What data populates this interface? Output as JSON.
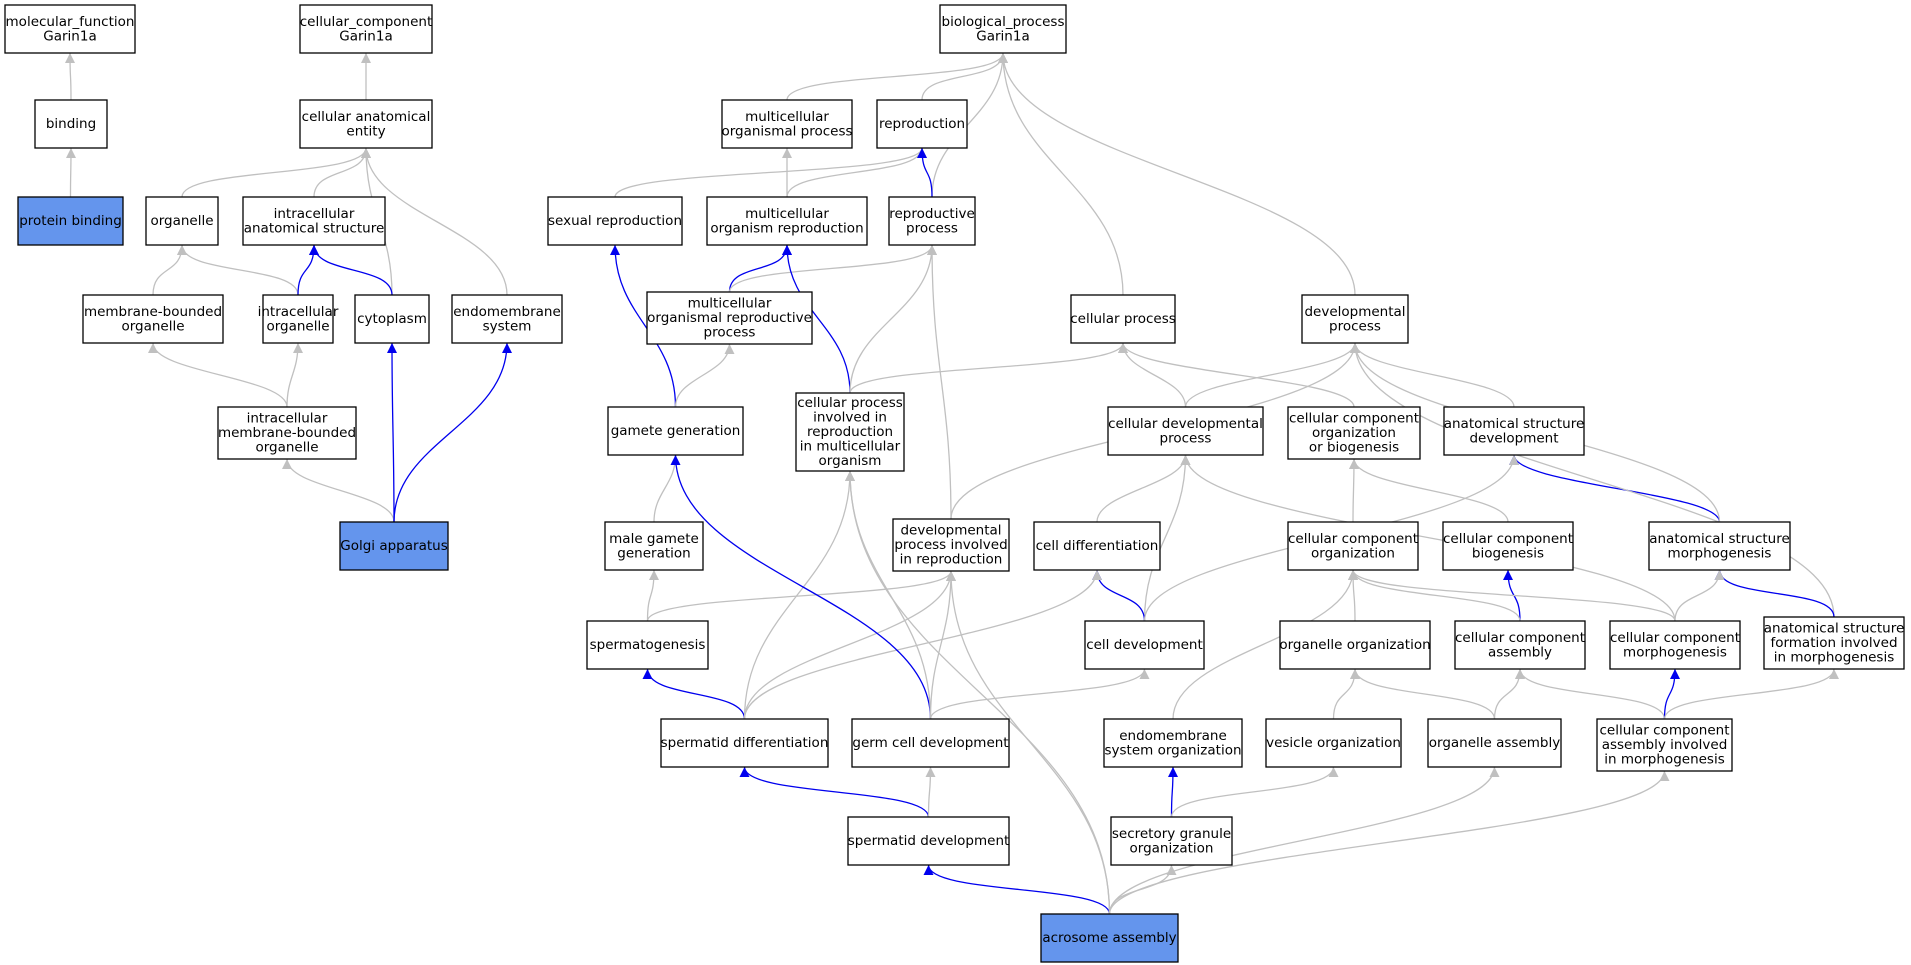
{
  "colors": {
    "highlight_fill": "#6495ed",
    "node_fill": "#ffffff",
    "border": "#000000",
    "is_a_edge": "#c0c0c0",
    "part_of_edge": "#0000ee"
  },
  "nodes": [
    {
      "id": "mf",
      "lines": [
        "molecular_function",
        "Garin1a"
      ],
      "highlight": false
    },
    {
      "id": "cc",
      "lines": [
        "cellular_component",
        "Garin1a"
      ],
      "highlight": false
    },
    {
      "id": "bp",
      "lines": [
        "biological_process",
        "Garin1a"
      ],
      "highlight": false
    },
    {
      "id": "binding",
      "lines": [
        "binding"
      ],
      "highlight": false
    },
    {
      "id": "cae",
      "lines": [
        "cellular anatomical",
        "entity"
      ],
      "highlight": false
    },
    {
      "id": "mop",
      "lines": [
        "multicellular",
        "organismal process"
      ],
      "highlight": false
    },
    {
      "id": "repro",
      "lines": [
        "reproduction"
      ],
      "highlight": false
    },
    {
      "id": "pb",
      "lines": [
        "protein binding"
      ],
      "highlight": true
    },
    {
      "id": "organelle",
      "lines": [
        "organelle"
      ],
      "highlight": false
    },
    {
      "id": "ias",
      "lines": [
        "intracellular",
        "anatomical structure"
      ],
      "highlight": false
    },
    {
      "id": "sexrep",
      "lines": [
        "sexual reproduction"
      ],
      "highlight": false
    },
    {
      "id": "mor",
      "lines": [
        "multicellular",
        "organism reproduction"
      ],
      "highlight": false
    },
    {
      "id": "reprop",
      "lines": [
        "reproductive",
        "process"
      ],
      "highlight": false
    },
    {
      "id": "mbo",
      "lines": [
        "membrane-bounded",
        "organelle"
      ],
      "highlight": false
    },
    {
      "id": "io",
      "lines": [
        "intracellular",
        "organelle"
      ],
      "highlight": false
    },
    {
      "id": "cyto",
      "lines": [
        "cytoplasm"
      ],
      "highlight": false
    },
    {
      "id": "ems",
      "lines": [
        "endomembrane",
        "system"
      ],
      "highlight": false
    },
    {
      "id": "morp",
      "lines": [
        "multicellular",
        "organismal reproductive",
        "process"
      ],
      "highlight": false
    },
    {
      "id": "cp",
      "lines": [
        "cellular process"
      ],
      "highlight": false
    },
    {
      "id": "dp",
      "lines": [
        "developmental",
        "process"
      ],
      "highlight": false
    },
    {
      "id": "imbo",
      "lines": [
        "intracellular",
        "membrane-bounded",
        "organelle"
      ],
      "highlight": false
    },
    {
      "id": "gg",
      "lines": [
        "gamete generation"
      ],
      "highlight": false
    },
    {
      "id": "cpirmo",
      "lines": [
        "cellular process",
        "involved in",
        "reproduction",
        "in multicellular",
        "organism"
      ],
      "highlight": false
    },
    {
      "id": "cdp",
      "lines": [
        "cellular developmental",
        "process"
      ],
      "highlight": false
    },
    {
      "id": "ccob",
      "lines": [
        "cellular component",
        "organization",
        "or biogenesis"
      ],
      "highlight": false
    },
    {
      "id": "asd",
      "lines": [
        "anatomical structure",
        "development"
      ],
      "highlight": false
    },
    {
      "id": "golgi",
      "lines": [
        "Golgi apparatus"
      ],
      "highlight": true
    },
    {
      "id": "mgg",
      "lines": [
        "male gamete",
        "generation"
      ],
      "highlight": false
    },
    {
      "id": "dpir",
      "lines": [
        "developmental",
        "process involved",
        "in reproduction"
      ],
      "highlight": false
    },
    {
      "id": "celldiff",
      "lines": [
        "cell differentiation"
      ],
      "highlight": false
    },
    {
      "id": "cco",
      "lines": [
        "cellular component",
        "organization"
      ],
      "highlight": false
    },
    {
      "id": "ccb",
      "lines": [
        "cellular component",
        "biogenesis"
      ],
      "highlight": false
    },
    {
      "id": "asm",
      "lines": [
        "anatomical structure",
        "morphogenesis"
      ],
      "highlight": false
    },
    {
      "id": "spermgen",
      "lines": [
        "spermatogenesis"
      ],
      "highlight": false
    },
    {
      "id": "celldev",
      "lines": [
        "cell development"
      ],
      "highlight": false
    },
    {
      "id": "orgorg",
      "lines": [
        "organelle organization"
      ],
      "highlight": false
    },
    {
      "id": "cca",
      "lines": [
        "cellular component",
        "assembly"
      ],
      "highlight": false
    },
    {
      "id": "ccm",
      "lines": [
        "cellular component",
        "morphogenesis"
      ],
      "highlight": false
    },
    {
      "id": "asfim",
      "lines": [
        "anatomical structure",
        "formation involved",
        "in morphogenesis"
      ],
      "highlight": false
    },
    {
      "id": "sd",
      "lines": [
        "spermatid differentiation"
      ],
      "highlight": false
    },
    {
      "id": "gcd",
      "lines": [
        "germ cell development"
      ],
      "highlight": false
    },
    {
      "id": "eso",
      "lines": [
        "endomembrane",
        "system organization"
      ],
      "highlight": false
    },
    {
      "id": "vo",
      "lines": [
        "vesicle organization"
      ],
      "highlight": false
    },
    {
      "id": "oa",
      "lines": [
        "organelle assembly"
      ],
      "highlight": false
    },
    {
      "id": "ccaim",
      "lines": [
        "cellular component",
        "assembly involved",
        "in morphogenesis"
      ],
      "highlight": false
    },
    {
      "id": "sdev",
      "lines": [
        "spermatid development"
      ],
      "highlight": false
    },
    {
      "id": "sgo",
      "lines": [
        "secretory granule",
        "organization"
      ],
      "highlight": false
    },
    {
      "id": "aa",
      "lines": [
        "acrosome assembly"
      ],
      "highlight": true
    }
  ],
  "edges": [
    {
      "from": "binding",
      "to": "mf",
      "rel": "is_a"
    },
    {
      "from": "pb",
      "to": "binding",
      "rel": "is_a"
    },
    {
      "from": "cae",
      "to": "cc",
      "rel": "is_a"
    },
    {
      "from": "organelle",
      "to": "cae",
      "rel": "is_a"
    },
    {
      "from": "ias",
      "to": "cae",
      "rel": "is_a"
    },
    {
      "from": "cyto",
      "to": "cae",
      "rel": "is_a"
    },
    {
      "from": "ems",
      "to": "cae",
      "rel": "is_a"
    },
    {
      "from": "mbo",
      "to": "organelle",
      "rel": "is_a"
    },
    {
      "from": "io",
      "to": "organelle",
      "rel": "is_a"
    },
    {
      "from": "io",
      "to": "ias",
      "rel": "part_of"
    },
    {
      "from": "cyto",
      "to": "ias",
      "rel": "part_of"
    },
    {
      "from": "imbo",
      "to": "mbo",
      "rel": "is_a"
    },
    {
      "from": "imbo",
      "to": "io",
      "rel": "is_a"
    },
    {
      "from": "golgi",
      "to": "imbo",
      "rel": "is_a"
    },
    {
      "from": "golgi",
      "to": "cyto",
      "rel": "part_of"
    },
    {
      "from": "golgi",
      "to": "ems",
      "rel": "part_of"
    },
    {
      "from": "mop",
      "to": "bp",
      "rel": "is_a"
    },
    {
      "from": "repro",
      "to": "bp",
      "rel": "is_a"
    },
    {
      "from": "reprop",
      "to": "bp",
      "rel": "is_a"
    },
    {
      "from": "cp",
      "to": "bp",
      "rel": "is_a"
    },
    {
      "from": "dp",
      "to": "bp",
      "rel": "is_a"
    },
    {
      "from": "sexrep",
      "to": "repro",
      "rel": "is_a"
    },
    {
      "from": "mor",
      "to": "repro",
      "rel": "is_a"
    },
    {
      "from": "mor",
      "to": "mop",
      "rel": "is_a"
    },
    {
      "from": "reprop",
      "to": "repro",
      "rel": "part_of"
    },
    {
      "from": "morp",
      "to": "mor",
      "rel": "part_of"
    },
    {
      "from": "morp",
      "to": "reprop",
      "rel": "is_a"
    },
    {
      "from": "gg",
      "to": "sexrep",
      "rel": "part_of"
    },
    {
      "from": "gg",
      "to": "morp",
      "rel": "is_a"
    },
    {
      "from": "cpirmo",
      "to": "mor",
      "rel": "part_of"
    },
    {
      "from": "cpirmo",
      "to": "reprop",
      "rel": "is_a"
    },
    {
      "from": "cpirmo",
      "to": "cp",
      "rel": "is_a"
    },
    {
      "from": "dpir",
      "to": "reprop",
      "rel": "is_a"
    },
    {
      "from": "dpir",
      "to": "dp",
      "rel": "is_a"
    },
    {
      "from": "cdp",
      "to": "cp",
      "rel": "is_a"
    },
    {
      "from": "cdp",
      "to": "dp",
      "rel": "is_a"
    },
    {
      "from": "ccob",
      "to": "cp",
      "rel": "is_a"
    },
    {
      "from": "asd",
      "to": "dp",
      "rel": "is_a"
    },
    {
      "from": "asm",
      "to": "asd",
      "rel": "part_of"
    },
    {
      "from": "asm",
      "to": "dp",
      "rel": "is_a"
    },
    {
      "from": "asfim",
      "to": "dp",
      "rel": "is_a"
    },
    {
      "from": "asfim",
      "to": "asm",
      "rel": "part_of"
    },
    {
      "from": "mgg",
      "to": "gg",
      "rel": "is_a"
    },
    {
      "from": "spermgen",
      "to": "mgg",
      "rel": "is_a"
    },
    {
      "from": "spermgen",
      "to": "dpir",
      "rel": "is_a"
    },
    {
      "from": "celldiff",
      "to": "cdp",
      "rel": "is_a"
    },
    {
      "from": "celldev",
      "to": "cdp",
      "rel": "is_a"
    },
    {
      "from": "celldev",
      "to": "celldiff",
      "rel": "part_of"
    },
    {
      "from": "celldev",
      "to": "asd",
      "rel": "is_a"
    },
    {
      "from": "cco",
      "to": "ccob",
      "rel": "is_a"
    },
    {
      "from": "ccb",
      "to": "ccob",
      "rel": "is_a"
    },
    {
      "from": "cca",
      "to": "ccb",
      "rel": "part_of"
    },
    {
      "from": "cca",
      "to": "cco",
      "rel": "is_a"
    },
    {
      "from": "orgorg",
      "to": "cco",
      "rel": "is_a"
    },
    {
      "from": "ccm",
      "to": "cco",
      "rel": "is_a"
    },
    {
      "from": "ccm",
      "to": "cdp",
      "rel": "is_a"
    },
    {
      "from": "ccm",
      "to": "asm",
      "rel": "is_a"
    },
    {
      "from": "sd",
      "to": "spermgen",
      "rel": "part_of"
    },
    {
      "from": "sd",
      "to": "cpirmo",
      "rel": "is_a"
    },
    {
      "from": "sd",
      "to": "dpir",
      "rel": "is_a"
    },
    {
      "from": "sd",
      "to": "celldiff",
      "rel": "is_a"
    },
    {
      "from": "gcd",
      "to": "gg",
      "rel": "part_of"
    },
    {
      "from": "gcd",
      "to": "cpirmo",
      "rel": "is_a"
    },
    {
      "from": "gcd",
      "to": "dpir",
      "rel": "is_a"
    },
    {
      "from": "gcd",
      "to": "celldev",
      "rel": "is_a"
    },
    {
      "from": "eso",
      "to": "cco",
      "rel": "is_a"
    },
    {
      "from": "vo",
      "to": "orgorg",
      "rel": "is_a"
    },
    {
      "from": "oa",
      "to": "orgorg",
      "rel": "is_a"
    },
    {
      "from": "oa",
      "to": "cca",
      "rel": "is_a"
    },
    {
      "from": "ccaim",
      "to": "cca",
      "rel": "is_a"
    },
    {
      "from": "ccaim",
      "to": "ccm",
      "rel": "part_of"
    },
    {
      "from": "ccaim",
      "to": "asfim",
      "rel": "is_a"
    },
    {
      "from": "sdev",
      "to": "sd",
      "rel": "part_of"
    },
    {
      "from": "sdev",
      "to": "gcd",
      "rel": "is_a"
    },
    {
      "from": "sgo",
      "to": "eso",
      "rel": "part_of"
    },
    {
      "from": "sgo",
      "to": "vo",
      "rel": "is_a"
    },
    {
      "from": "aa",
      "to": "sdev",
      "rel": "part_of"
    },
    {
      "from": "aa",
      "to": "sgo",
      "rel": "is_a"
    },
    {
      "from": "aa",
      "to": "oa",
      "rel": "is_a"
    },
    {
      "from": "aa",
      "to": "ccaim",
      "rel": "is_a"
    },
    {
      "from": "aa",
      "to": "dpir",
      "rel": "is_a"
    },
    {
      "from": "aa",
      "to": "cpirmo",
      "rel": "is_a"
    }
  ]
}
